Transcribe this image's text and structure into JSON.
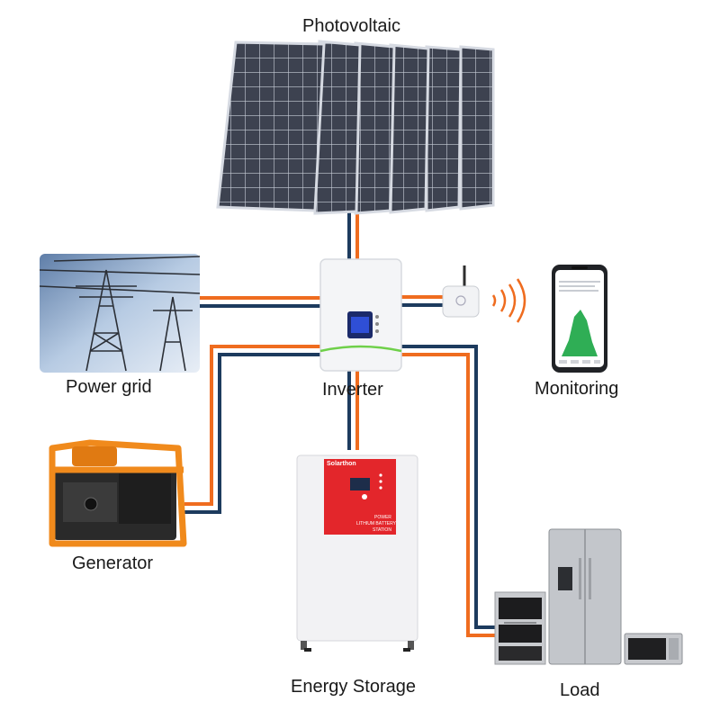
{
  "labels": {
    "photovoltaic": "Photovoltaic",
    "power_grid": "Power grid",
    "inverter": "Inverter",
    "monitoring": "Monitoring",
    "generator": "Generator",
    "energy_storage": "Energy Storage",
    "load": "Load"
  },
  "battery": {
    "brand": "Solarthon",
    "line1": "POWER",
    "line2": "LITHIUM BATTERY",
    "line3": "STATION"
  },
  "colors": {
    "orange_cable": "#ef6c1f",
    "navy_cable": "#1d3b5e",
    "battery_red": "#e3262b",
    "chart_green": "#2fae55",
    "generator_orange": "#f08a1c"
  },
  "icons": [
    "solar-panel-icon",
    "transmission-tower-icon",
    "inverter-icon",
    "wifi-dongle-icon",
    "wireless-signal-icon",
    "smartphone-icon",
    "generator-icon",
    "battery-cabinet-icon",
    "oven-icon",
    "refrigerator-icon",
    "microwave-icon"
  ]
}
